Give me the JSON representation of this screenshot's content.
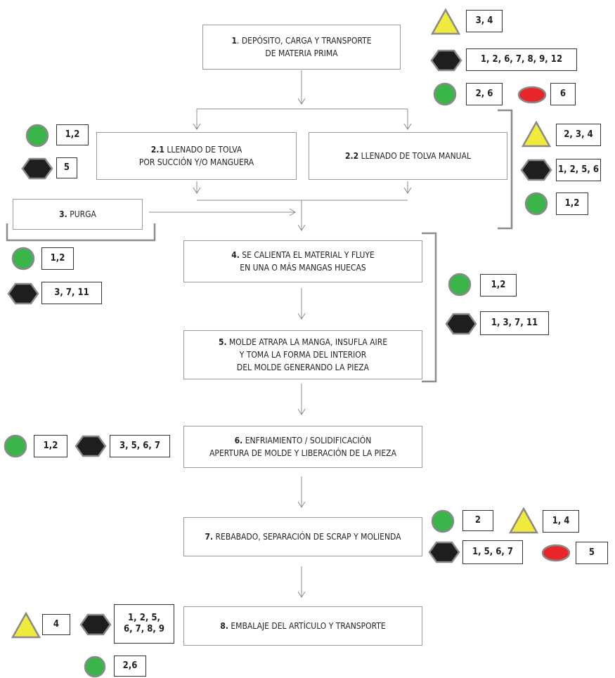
{
  "steps": [
    {
      "num": "1",
      "line1": ". DEPÓSITO, CARGA Y TRANSPORTE",
      "line2": "DE MATERIA PRIMA"
    },
    {
      "num": "2.1",
      "line1": "  LLENADO DE TOLVA",
      "line2": "POR SUCCIÓN Y/O MANGUERA"
    },
    {
      "num": "2.2",
      "line1": "  LLENADO DE TOLVA MANUAL",
      "line2": ""
    },
    {
      "num": "3.",
      "line1": " PURGA",
      "line2": ""
    },
    {
      "num": "4.",
      "line1": " SE CALIENTA EL MATERIAL Y FLUYE",
      "line2": "EN UNA O MÁS MANGAS HUECAS"
    },
    {
      "num": "5.",
      "line1": " MOLDE ATRAPA LA MANGA, INSUFLA AIRE",
      "line2": "Y TOMA LA FORMA DEL INTERIOR",
      "line3": "DEL MOLDE GENERANDO LA PIEZA"
    },
    {
      "num": "6.",
      "line1": " ENFRIAMIENTO / SOLIDIFICACIÓN",
      "line2": "APERTURA DE MOLDE Y LIBERACIÓN DE LA PIEZA"
    },
    {
      "num": "7.",
      "line1": " REBABADO, SEPARACIÓN DE SCRAP Y MOLIENDA",
      "line2": ""
    },
    {
      "num": "8.",
      "line1": " EMBALAJE DEL ARTÍCULO Y TRANSPORTE",
      "line2": ""
    }
  ],
  "symbol_colors": {
    "triangle": "#f0ea3c",
    "hexagon": "#1e1e1e",
    "circle": "#3ab54a",
    "ellipse": "#e8262a",
    "outline": "#8a8a8a"
  },
  "labels": {
    "s1_triangle": "3, 4",
    "s1_hexagon": "1, 2, 6, 7, 8, 9, 12",
    "s1_circle": "2, 6",
    "s1_ellipse": "6",
    "s21_circle": "1,2",
    "s21_hexagon": "5",
    "s22_triangle": "2, 3, 4",
    "s22_hexagon": "1, 2, 5, 6",
    "s22_circle": "1,2",
    "s3_circle": "1,2",
    "s3_hexagon": "3, 7, 11",
    "s45_circle": "1,2",
    "s45_hexagon": "1, 3, 7, 11",
    "s6_circle": "1,2",
    "s6_hexagon": "3, 5, 6, 7",
    "s7_circle": "2",
    "s7_triangle": "1, 4",
    "s7_hexagon": "1, 5, 6, 7",
    "s7_ellipse": "5",
    "s8_triangle": "4",
    "s8_hexagon_line1": "1, 2, 5,",
    "s8_hexagon_line2": "6, 7, 8, 9",
    "s8_circle": "2,6"
  }
}
